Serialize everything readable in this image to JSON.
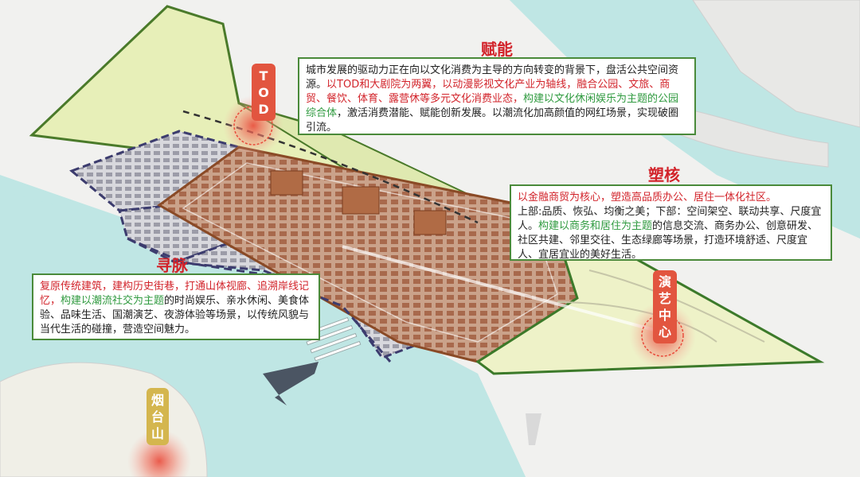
{
  "labels": {
    "tod": [
      "T",
      "O",
      "D"
    ],
    "yanyi": [
      "演",
      "艺",
      "中",
      "心"
    ],
    "yantai": [
      "烟",
      "台",
      "山"
    ]
  },
  "sections": {
    "funeng": {
      "title": "赋能",
      "p1": "城市发展的驱动力正在向以文化消费为主导的方向转变的背景下，盘活公共空间资源。",
      "p2_red": "以TOD和大剧院为两翼，以动漫影视文化产业为轴线，融合公园、文旅、商贸、餐饮、体育、露营休等多元文化消费业态，",
      "p3_green": "构建以文化休闲娱乐为主题的公园综合体",
      "p4": "，激活消费潜能、赋能创新发展。以潮流化加高颜值的网红场景，实现破圈引流。"
    },
    "suhe": {
      "title": "塑核",
      "p1_red": "以金融商贸为核心，塑造高品质办公、居住一体化社区。",
      "p2": "上部:品质、恢弘、均衡之美；下部：空间架空、联动共享、尺度宜人。",
      "p3_green": "构建以商务和居住为主题",
      "p4": "的信息交流、商务办公、创意研发、社区共建、邻里交往、生态绿廊等场景，打造环境舒适、尺度宜人、宜居宜业的美好生活。"
    },
    "xunmai": {
      "title": "寻脉",
      "p1_red": "复原传统建筑，建构历史街巷，打通山体视廊、追溯岸线记忆，",
      "p2_green": "构建以潮流社交为主题",
      "p3": "的时尚娱乐、亲水休闲、美食体验、品味生活、国潮演艺、夜游体验等场景，以传统风貌与当代生活的碰撞，营造空间魅力。"
    }
  },
  "colors": {
    "accent_red": "#d2232a",
    "accent_green": "#2f9a3f",
    "border_green": "#4a8a3a",
    "sea": "#bfe6e4",
    "label_orange": "#e2553f",
    "label_gold": "#d4b64e"
  }
}
